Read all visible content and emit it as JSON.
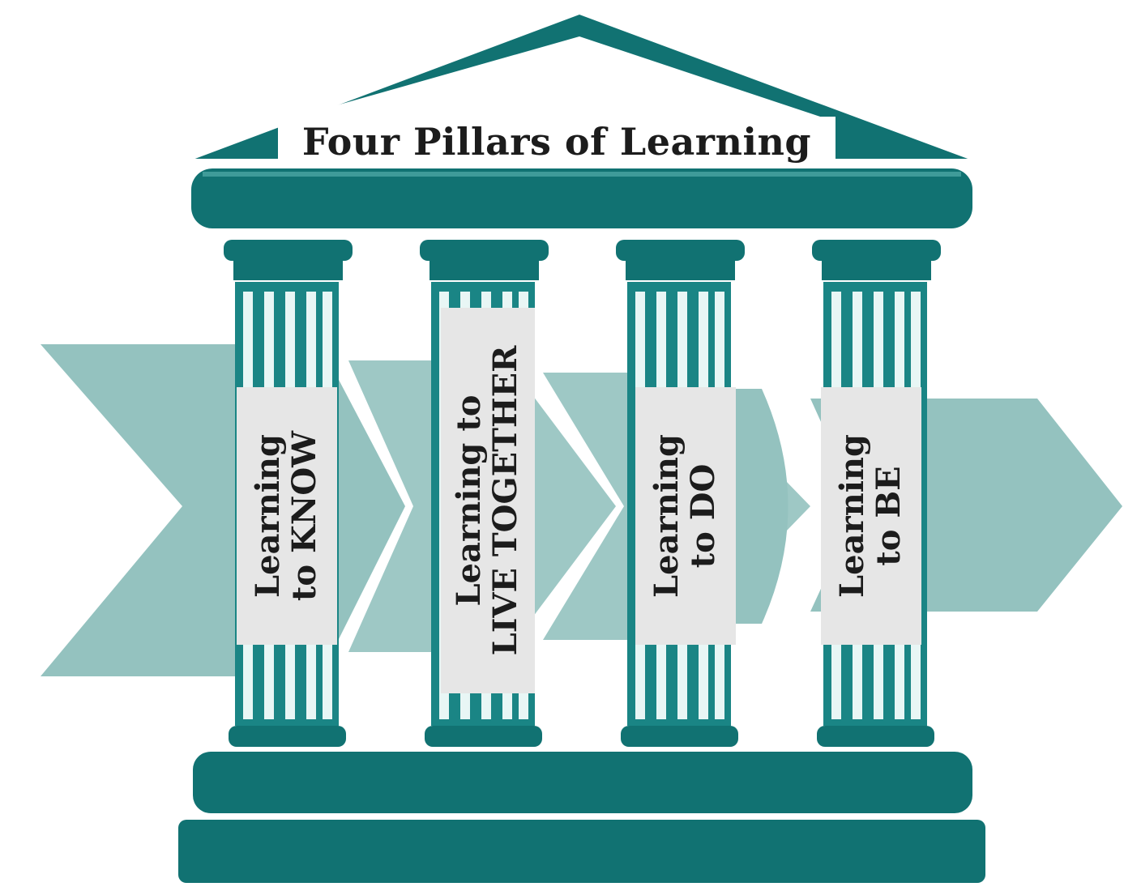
{
  "diagram": {
    "title": "Four Pillars of Learning",
    "pillars": [
      {
        "line1": "Learning",
        "line2": "to KNOW"
      },
      {
        "line1": "Learning to",
        "line2": "LIVE TOGETHER"
      },
      {
        "line1": "Learning",
        "line2": "to DO"
      },
      {
        "line1": "Learning",
        "line2": "to BE"
      }
    ]
  },
  "colors": {
    "teal_dark": "#117272",
    "teal_mid": "#1a8585",
    "teal_light": "#5fb7b4",
    "arrow_fill": "#94c2bf",
    "label_bg": "#e6e6e6"
  }
}
